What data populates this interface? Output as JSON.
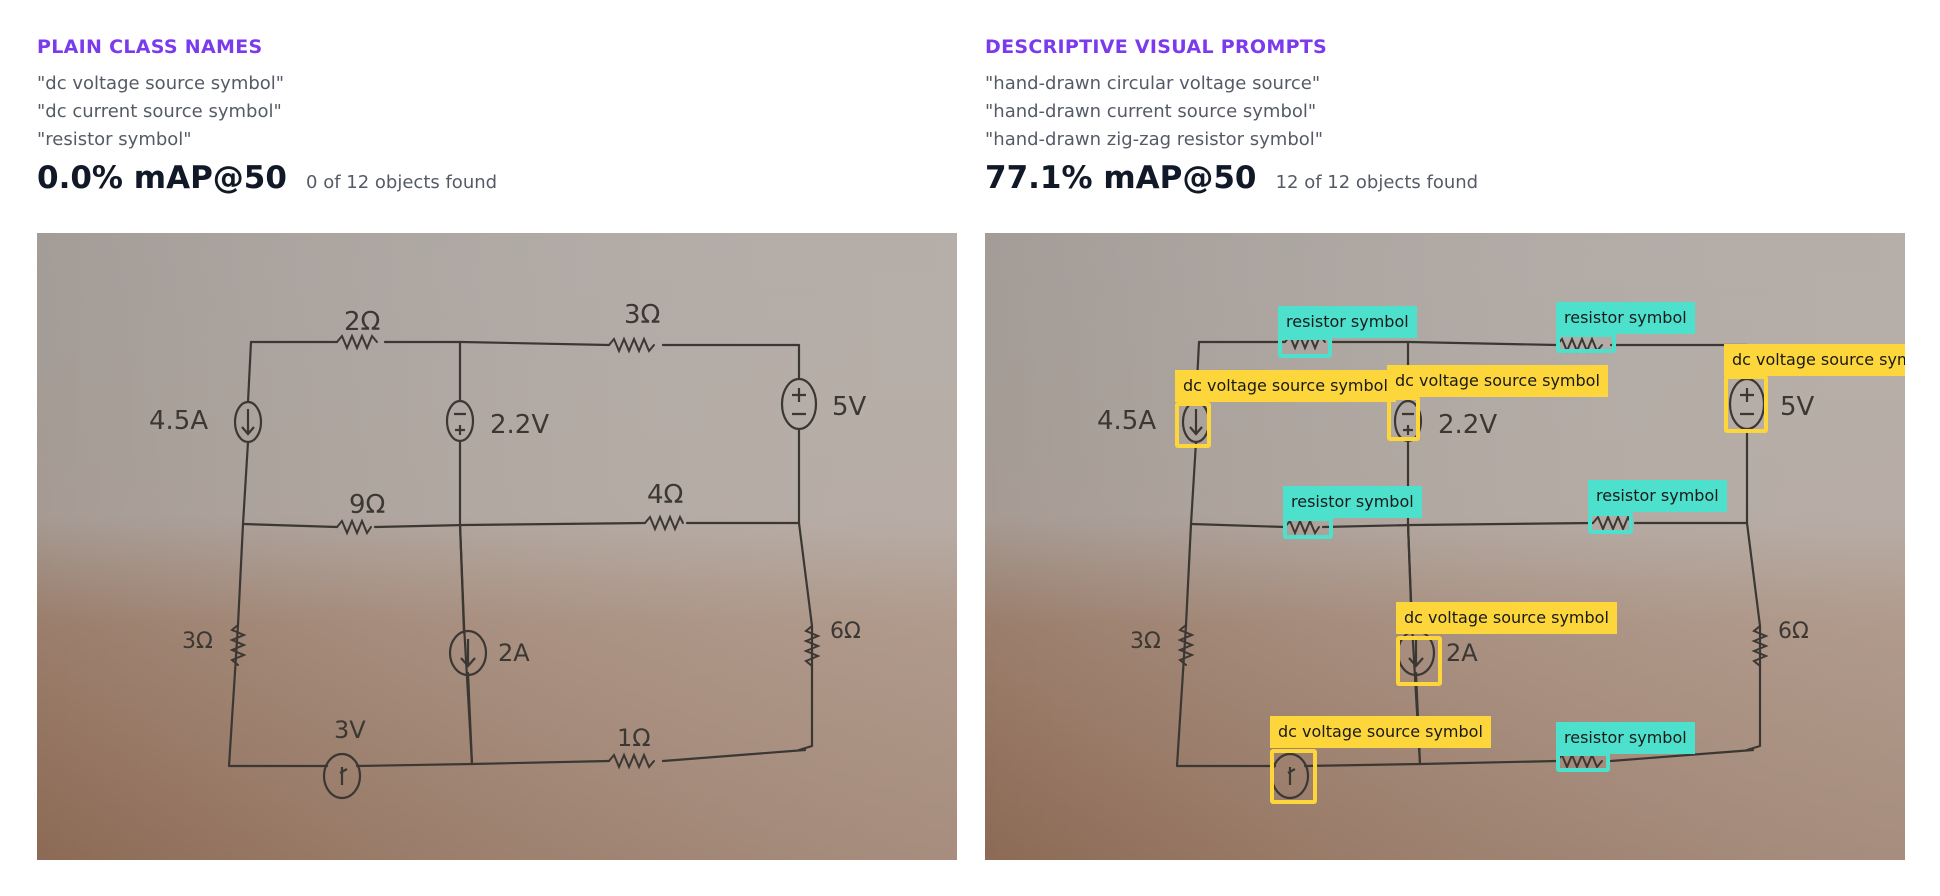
{
  "colors": {
    "heading": "#7c3aed",
    "resistor_box": "#4de0cc",
    "voltage_box": "#fcd63a"
  },
  "left": {
    "heading": "PLAIN CLASS NAMES",
    "prompts": [
      "\"dc voltage source symbol\"",
      "\"dc current source symbol\"",
      "\"resistor symbol\""
    ],
    "metric": "0.0% mAP@50",
    "found": "0 of 12 objects found"
  },
  "right": {
    "heading": "DESCRIPTIVE VISUAL PROMPTS",
    "prompts": [
      "\"hand-drawn circular voltage source\"",
      "\"hand-drawn current source symbol\"",
      "\"hand-drawn zig-zag resistor symbol\""
    ],
    "metric": "77.1% mAP@50",
    "found": "12 of 12 objects found"
  },
  "circuit_labels": {
    "r_top_left": "2Ω",
    "r_top_right": "3Ω",
    "r_mid_left": "9Ω",
    "r_mid_right": "4Ω",
    "r_left": "3Ω",
    "r_right": "6Ω",
    "r_bottom": "1Ω",
    "i_left": "4.5A",
    "v_center": "2.2V",
    "v_right": "5V",
    "i_center": "2A",
    "v_bottom": "3V"
  },
  "detections": {
    "resistor_label": "resistor symbol",
    "voltage_label": "dc voltage source symbol"
  }
}
